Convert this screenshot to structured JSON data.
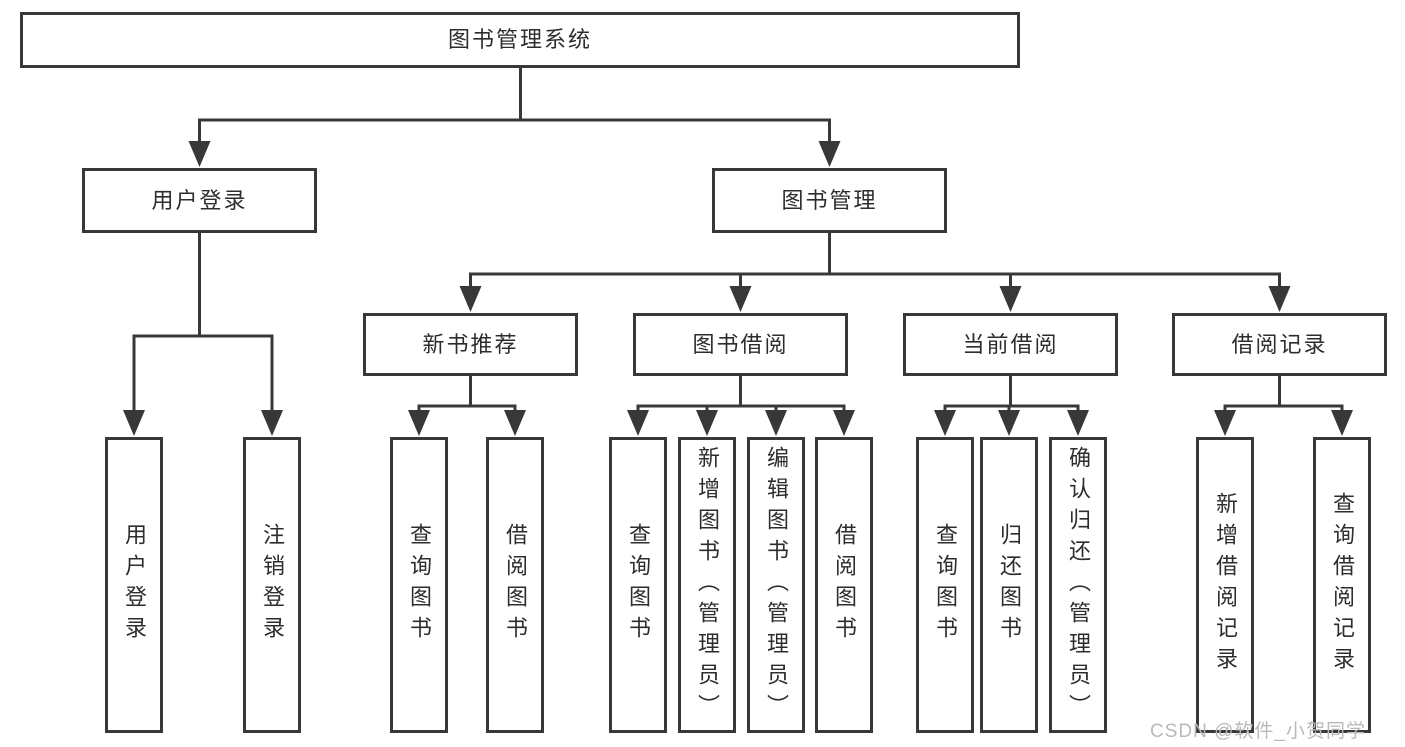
{
  "diagram": {
    "root": {
      "label": "图书管理系统"
    },
    "level2": [
      {
        "label": "用户登录"
      },
      {
        "label": "图书管理"
      }
    ],
    "level3": [
      {
        "label": "新书推荐"
      },
      {
        "label": "图书借阅"
      },
      {
        "label": "当前借阅"
      },
      {
        "label": "借阅记录"
      }
    ],
    "leaves": {
      "user_login": [
        {
          "label": "用户登录"
        },
        {
          "label": "注销登录"
        }
      ],
      "new_book_recommend": [
        {
          "label": "查询图书"
        },
        {
          "label": "借阅图书"
        }
      ],
      "book_borrow": [
        {
          "label": "查询图书"
        },
        {
          "label": "新增图书（管理员）"
        },
        {
          "label": "编辑图书（管理员）"
        },
        {
          "label": "借阅图书"
        }
      ],
      "current_borrow": [
        {
          "label": "查询图书"
        },
        {
          "label": "归还图书"
        },
        {
          "label": "确认归还（管理员）"
        }
      ],
      "borrow_records": [
        {
          "label": "新增借阅记录"
        },
        {
          "label": "查询借阅记录"
        }
      ]
    },
    "colors": {
      "line": "#383838",
      "box_border": "#383838",
      "box_fill": "#ffffff",
      "text": "#2d2d2d",
      "watermark": "#b9b9b9"
    },
    "watermark": "CSDN @软件_小贺同学"
  }
}
